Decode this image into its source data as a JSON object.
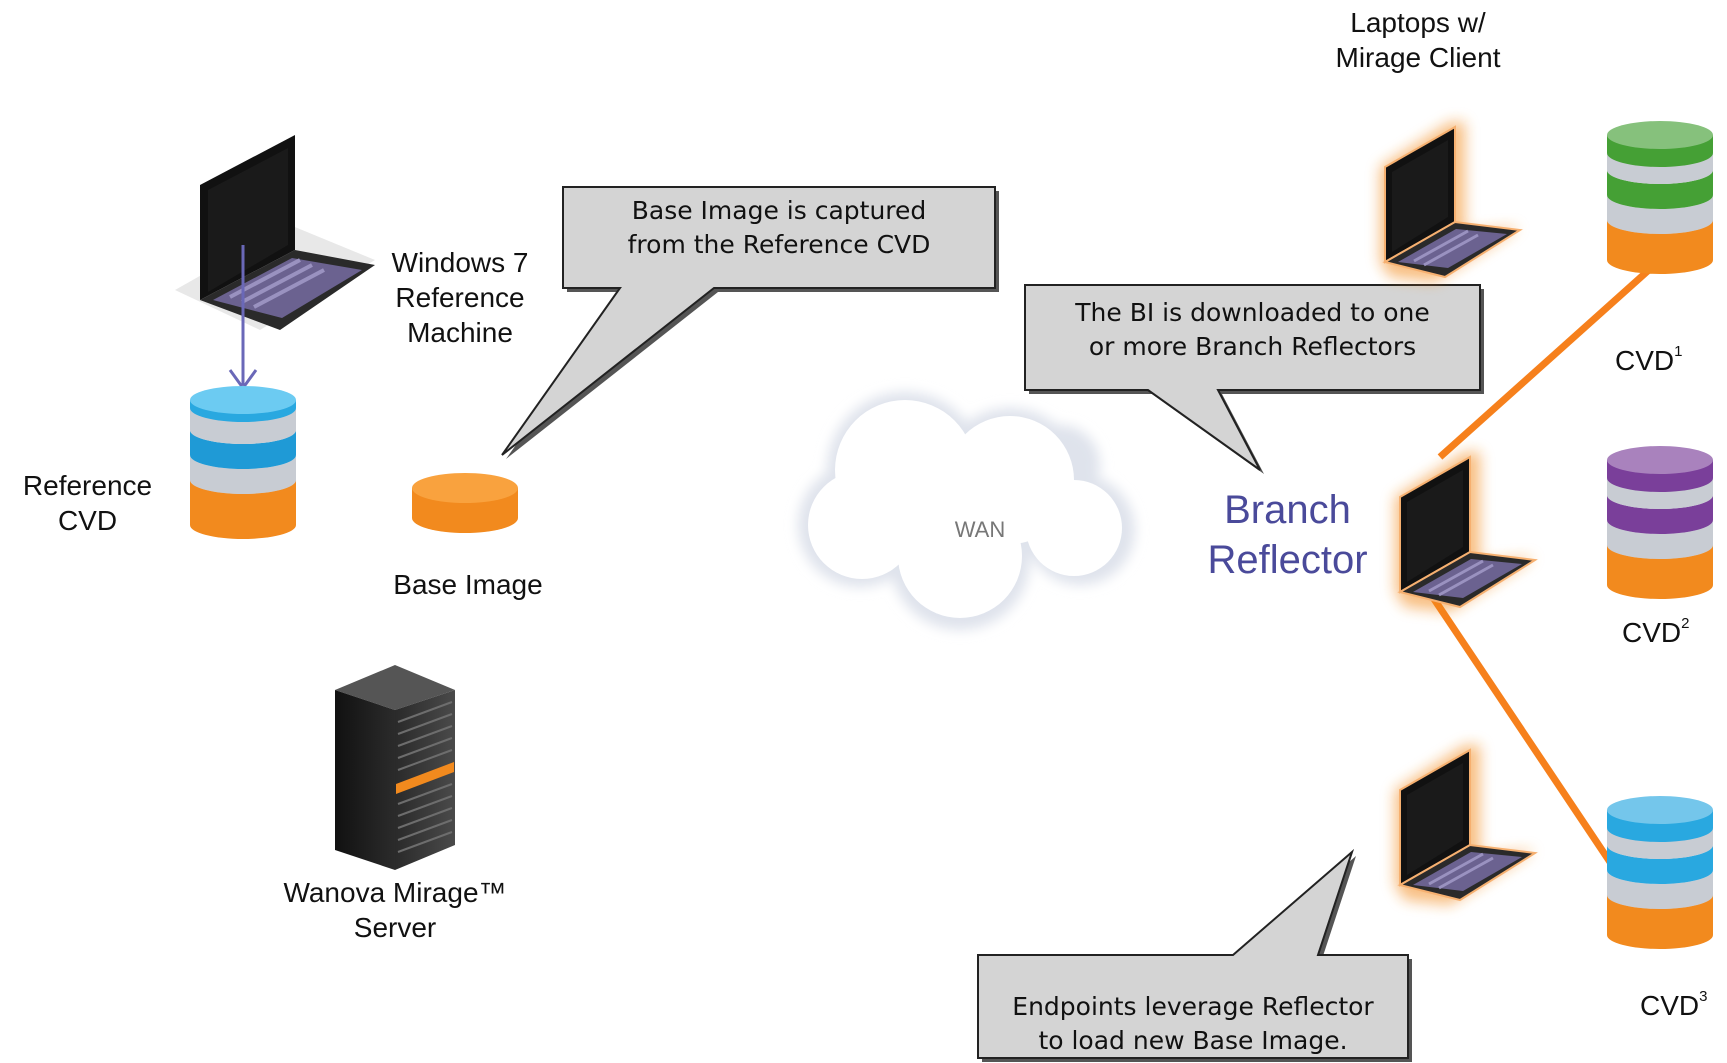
{
  "labels": {
    "laptops_top": [
      "Laptops w/",
      "Mirage Client"
    ],
    "reference_machine": [
      "Windows 7",
      "Reference",
      "Machine"
    ],
    "reference_cvd": [
      "Reference",
      "CVD"
    ],
    "base_image": "Base Image",
    "server": [
      "Wanova Mirage™",
      "Server"
    ],
    "wan": "WAN",
    "branch_reflector": [
      "Branch",
      "Reflector"
    ]
  },
  "callouts": {
    "captured": [
      "Base Image is captured",
      "from the Reference CVD"
    ],
    "downloaded": [
      "The BI is downloaded to one",
      "or more Branch Reflectors"
    ],
    "endpoints": [
      "Endpoints leverage Reflector",
      "to load new Base Image."
    ]
  },
  "cvds": [
    {
      "base": "CVD",
      "sup": "1",
      "color": "#45a035"
    },
    {
      "base": "CVD",
      "sup": "2",
      "color": "#7a3f9a"
    },
    {
      "base": "CVD",
      "sup": "3",
      "color": "#29a8e0"
    }
  ],
  "colors": {
    "orange": "#f28a1e",
    "orange_link": "#f6801c",
    "blue": "#29a8e0",
    "arrow": "#6a68b8",
    "reflector_text": "#4a4a9a",
    "callout_fill": "#d4d4d4"
  },
  "icons": [
    "laptop-icon",
    "database-icon",
    "server-rack-icon",
    "cloud-icon"
  ]
}
